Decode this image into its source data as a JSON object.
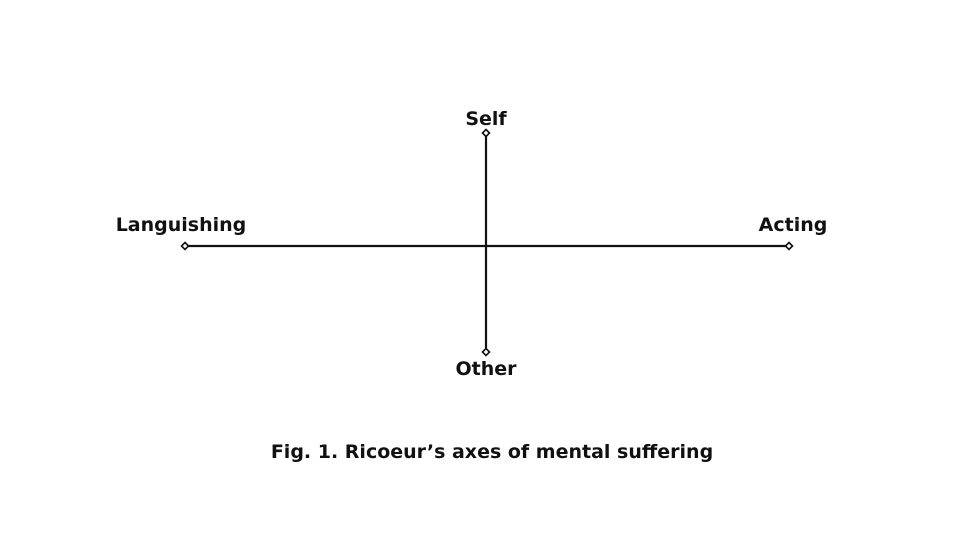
{
  "diagram": {
    "labels": {
      "top": "Self",
      "bottom": "Other",
      "left": "Languishing",
      "right": "Acting"
    },
    "caption": "Fig. 1. Ricoeur’s axes of mental suffering",
    "colors": {
      "line": "#111111",
      "background": "#ffffff"
    }
  }
}
